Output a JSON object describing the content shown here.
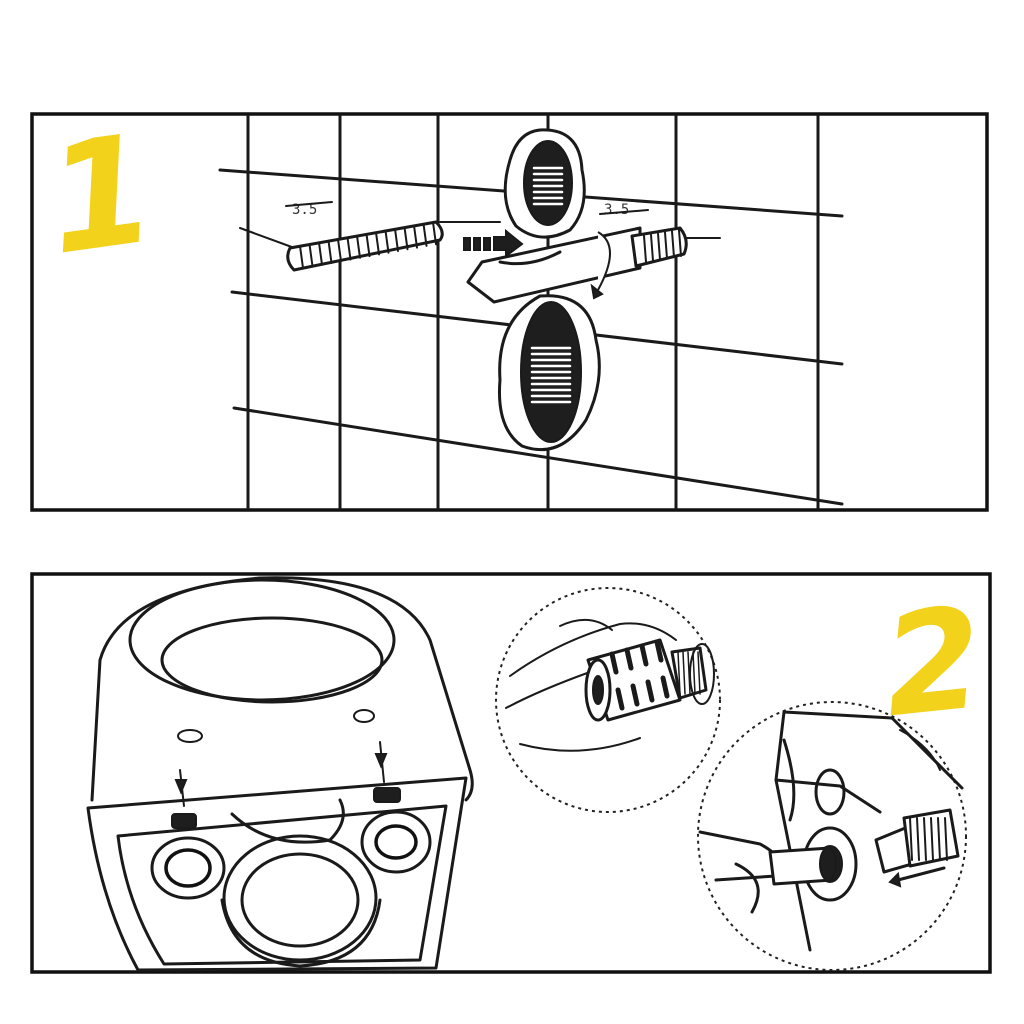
{
  "steps": [
    {
      "number": "1",
      "label_color": "#f2d21b"
    },
    {
      "number": "2",
      "label_color": "#f2d21b"
    }
  ],
  "bolt_marks": {
    "left": "3.5",
    "right": "3.5"
  },
  "icons": {
    "wall_plug": "wall-plug-icon",
    "bolt": "bolt-icon",
    "toilet": "wall-hung-toilet-icon",
    "connector": "bolt-connector-icon"
  },
  "colors": {
    "ink": "#1a1a1a",
    "accent": "#f2d21b",
    "background": "#ffffff"
  }
}
